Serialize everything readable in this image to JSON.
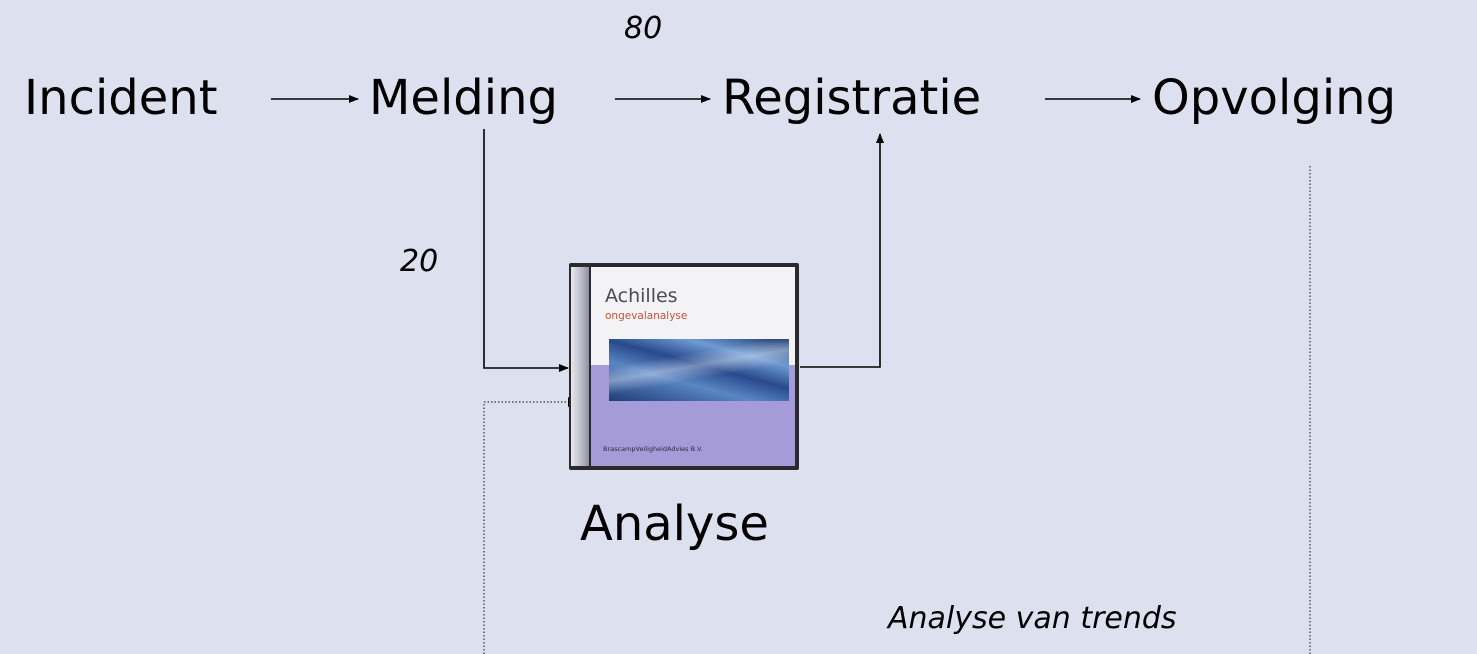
{
  "steps": {
    "incident": "Incident",
    "melding": "Melding",
    "registratie": "Registratie",
    "opvolging": "Opvolging",
    "analyse": "Analyse"
  },
  "flow_labels": {
    "to_registratie": "80",
    "to_analyse": "20"
  },
  "trend_note": "Analyse van trends",
  "product": {
    "title": "Achilles",
    "subtitle": "ongevalanalyse",
    "publisher": "BrascampVeiligheidAdvies B.V."
  },
  "colors": {
    "background": "#dde0ee",
    "line": "#000000",
    "cover_lower": "#a59bd6",
    "subtitle_red": "#c2543c"
  }
}
